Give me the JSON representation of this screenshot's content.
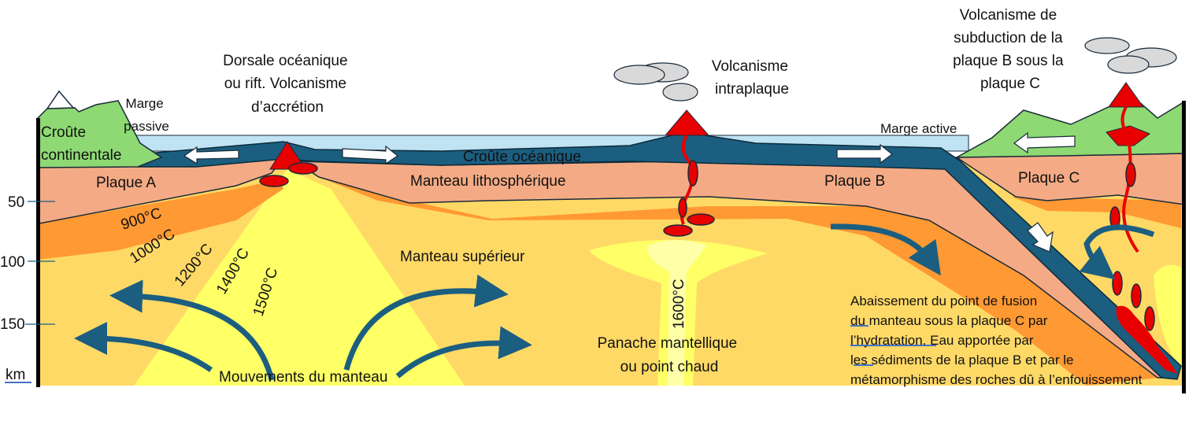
{
  "labels": {
    "dorsale": [
      "Dorsale océanique",
      "ou rift. Volcanisme",
      "d’accrétion"
    ],
    "volcanisme_intraplaque": [
      "Volcanisme",
      "intraplaque"
    ],
    "volcanisme_subduction": [
      "Volcanisme de",
      "subduction de la",
      "plaque B sous la",
      "plaque C"
    ],
    "marge_passive": [
      "Marge",
      "passive"
    ],
    "marge_active": "Marge active",
    "croute_continentale": [
      "Croûte",
      "continentale"
    ],
    "croute_oceanique": "Croûte océanique",
    "manteau_lithospherique": "Manteau lithosphérique",
    "plaque_a": "Plaque A",
    "plaque_b": "Plaque B",
    "plaque_c": "Plaque C",
    "manteau_superieur": "Manteau supérieur",
    "panache": [
      "Panache mantellique",
      "ou point chaud"
    ],
    "mouvements": "Mouvements du manteau",
    "abaissement": [
      "Abaissement du point de fusion",
      "du manteau sous la plaque C par",
      "l’hydratation. Eau apportée par",
      " les sédiments de la plaque B et par le",
      "métamorphisme des roches dû à l’enfouissement"
    ]
  },
  "isotherms": [
    "900°C",
    "1000°C",
    "1200°C",
    "1400°C",
    "1500°C",
    "1600°C"
  ],
  "depth_axis": {
    "ticks": [
      "50",
      "100",
      "150"
    ],
    "unit": "km"
  },
  "colors": {
    "mantle": "#FFD966",
    "hot": "#FFFF66",
    "asthenosphere": "#FF9933",
    "lithosphere": "#F4AB85",
    "oceanic_crust": "#1B5E80",
    "water": "#BFE3F2",
    "continent": "#8ED973",
    "magma": "#E80000"
  }
}
